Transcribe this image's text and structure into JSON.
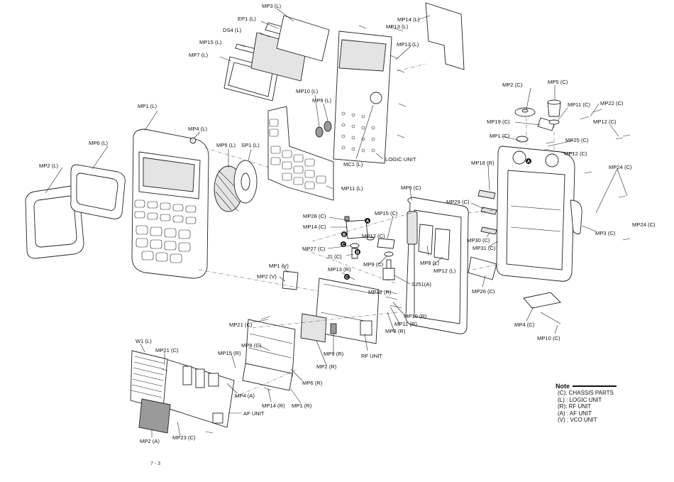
{
  "labels": {
    "mp3_l": "MP3 (L)",
    "ep1_l": "EP1 (L)",
    "ds4_l": "DS4 (L)",
    "mp15_l": "MP15 (L)",
    "mp7_l": "MP7 (L)",
    "mp13_l": "MP13 (L)",
    "mp14_l": "MP14 (L)",
    "mp10_l": "MP10 (L)",
    "mp9_l": "MP9 (L)",
    "mc1_l": "MC1 (L)",
    "logic_unit": "LOGIC UNIT",
    "mp1_l": "MP1 (L)",
    "mp4_l": "MP4 (L)",
    "mp6_l": "MP6 (L)",
    "mp5_l": "MP5 (L)",
    "sp1_l": "SP1 (L)",
    "mp2_l": "MP2 (L)",
    "mp11_l": "MP11 (L)",
    "mp2_c": "MP2 (C)",
    "mp5_c": "MP5 (C)",
    "mp11_c": "MP11 (C)",
    "mp22_c": "MP22 (C)",
    "mp19_c": "MP19 (C)",
    "mp12_c": "MP12 (C)",
    "mp1_c": "MP1 (C)",
    "mp25_c": "MP25 (C)",
    "mp12_c2": "MP12 (C)",
    "mp18_r": "MP18 (R)",
    "mp24_c": "MP24 (C)",
    "mp6_c": "MP6 (C)",
    "mp29_c": "MP29 (C)",
    "mp28_c": "MP28 (C)",
    "mp15_c": "MP15 (C)",
    "mp14_c": "MP14 (C)",
    "mp17_c": "MP17 (C)",
    "mp27_c": "MP27 (C)",
    "mp30_c": "MP30 (C)",
    "mp3_c": "MP3 (C)",
    "mp24_c2": "MP24 (C)",
    "mp31_c": "MP31 (C)",
    "j1_c": "J1 (C)",
    "mp9_c": "MP9 (C)",
    "mp8_l": "MP8 (L)",
    "mp12_l": "MP12 (L)",
    "mp1_v": "MP1 (V)",
    "mp2_v": "MP2 (V)",
    "mp13_r": "MP13 (R)",
    "s251_a": "S251(A)",
    "mp12_r": "MP12 (R)",
    "mp26_c": "MP26 (C)",
    "mp10_r": "MP10 (R)",
    "mp11_r": "MP11 (R)",
    "mp8_r": "MP8 (R)",
    "mp21_c": "MP21 (C)",
    "mp4_c": "MP4 (C)",
    "mp10_c": "MP10 (C)",
    "mp8_c": "MP8 (C)",
    "rf_unit": "RF UNIT",
    "w1_l": "W1 (L)",
    "mp21_c2": "MP21 (C)",
    "mp15_r": "MP15 (R)",
    "mp9_r": "MP9 (R)",
    "mp2_r": "MP2 (R)",
    "mp6_r": "MP6 (R)",
    "mp4_a": "MP4 (A)",
    "mp14_r": "MP14 (R)",
    "mp1_r": "MP1 (R)",
    "af_unit": "AF UNIT",
    "mp23_c": "MP23 (C)",
    "mp2_a": "MP2 (A)"
  },
  "markers": {
    "a": "A",
    "b": "B",
    "c": "C"
  },
  "note": {
    "title": "Note",
    "lines": [
      "(C): CHASSIS PARTS",
      "(L) : LOGIC UNIT",
      "(R): RF UNIT",
      "(A) : AF UNIT",
      "(V) : VCO UNIT"
    ]
  },
  "page_number": "7 - 3"
}
